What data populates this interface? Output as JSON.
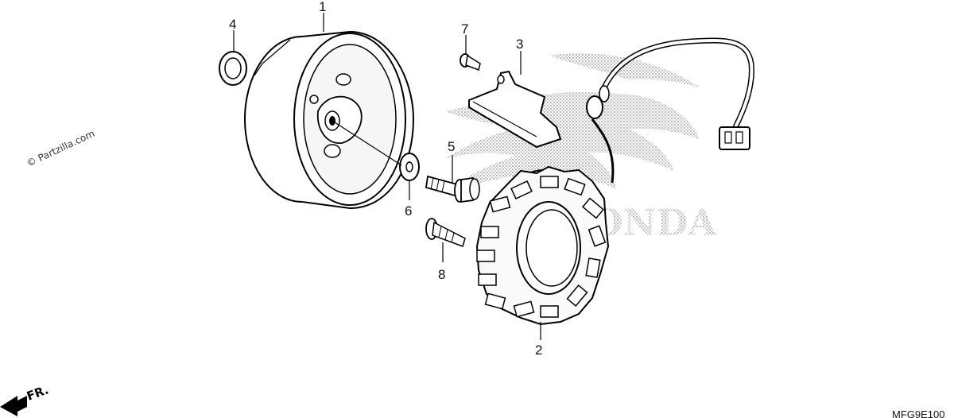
{
  "watermark": "© Partzilla.com",
  "diagram_code": "MFG9E100",
  "direction_label": "FR.",
  "brand_text": "HONDA",
  "parts": [
    {
      "number": "1",
      "name": "flywheel"
    },
    {
      "number": "2",
      "name": "stator"
    },
    {
      "number": "3",
      "name": "bracket"
    },
    {
      "number": "4",
      "name": "washer"
    },
    {
      "number": "5",
      "name": "flange-bolt"
    },
    {
      "number": "6",
      "name": "flat-washer"
    },
    {
      "number": "7",
      "name": "small-bolt"
    },
    {
      "number": "8",
      "name": "stator-screw"
    }
  ]
}
